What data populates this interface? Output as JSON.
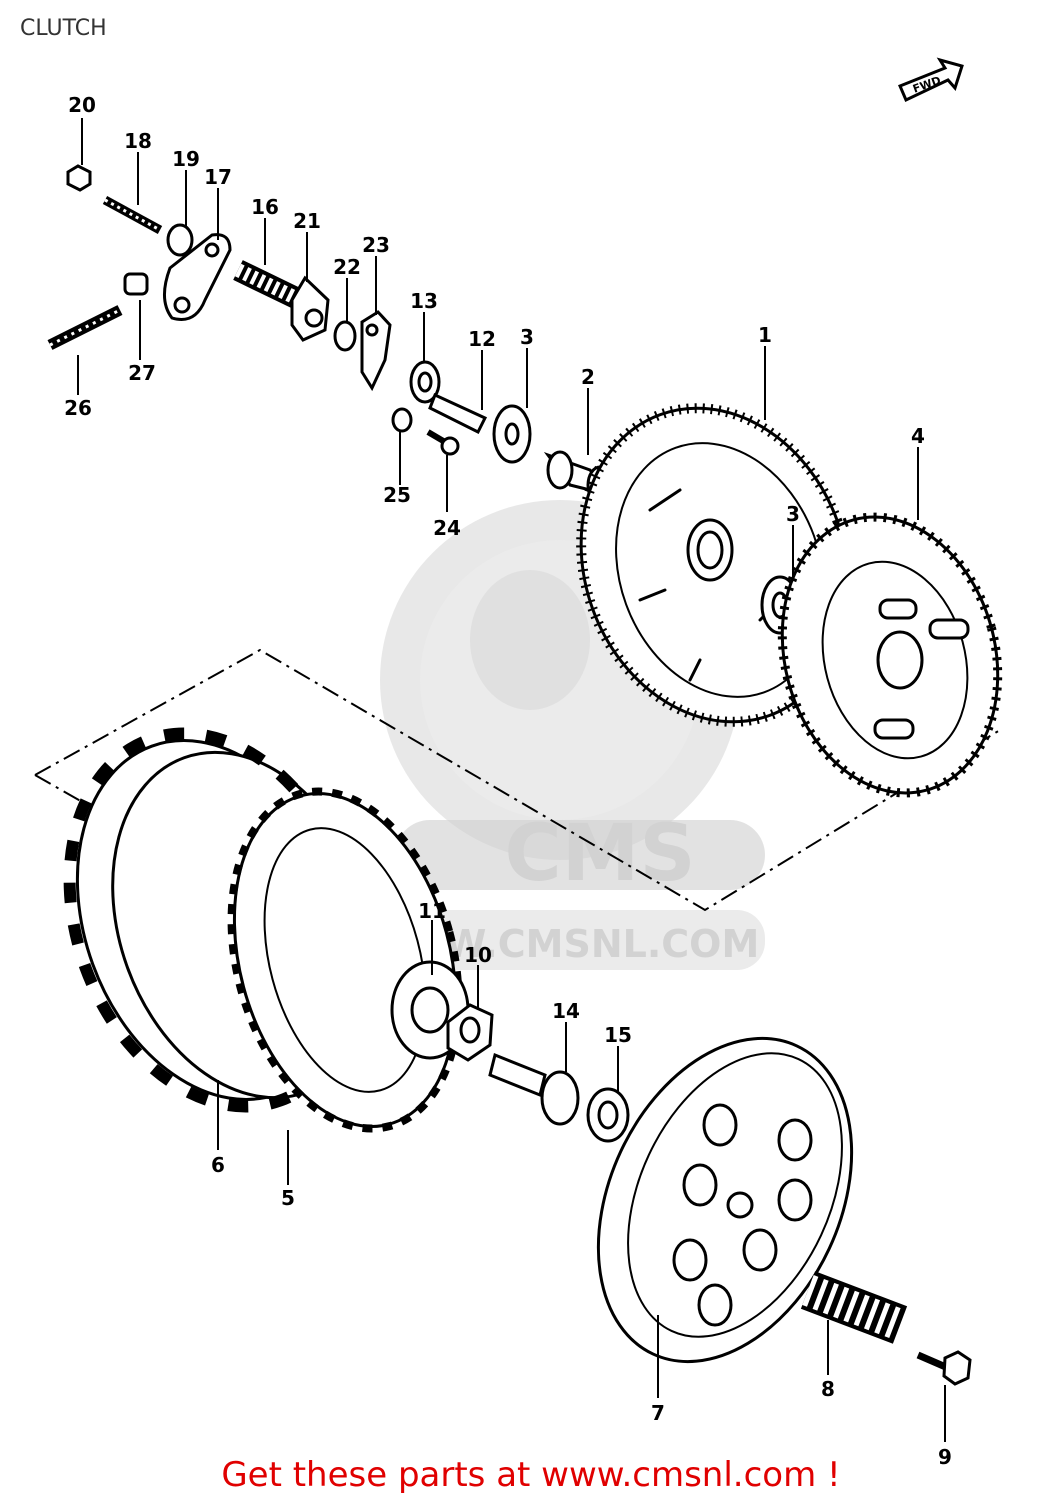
{
  "page_title": "CLUTCH",
  "call_to_action": "Get these parts at www.cmsnl.com !",
  "colors": {
    "cta": "#e00000",
    "title": "#333333",
    "watermark": "#d2d2d2"
  },
  "watermark": {
    "brand": "CMS",
    "site": "WWW.CMSNL.COM"
  },
  "front_arrow_label": "FWD",
  "callouts": {
    "c1": "1",
    "c2": "2",
    "c3a": "3",
    "c3b": "3",
    "c4": "4",
    "c5": "5",
    "c6": "6",
    "c7": "7",
    "c8": "8",
    "c9": "9",
    "c10": "10",
    "c11": "11",
    "c12": "12",
    "c13": "13",
    "c14": "14",
    "c15": "15",
    "c16": "16",
    "c17": "17",
    "c18": "18",
    "c19": "19",
    "c20": "20",
    "c21": "21",
    "c22": "22",
    "c23": "23",
    "c24": "24",
    "c25": "25",
    "c26": "26",
    "c27": "27"
  }
}
